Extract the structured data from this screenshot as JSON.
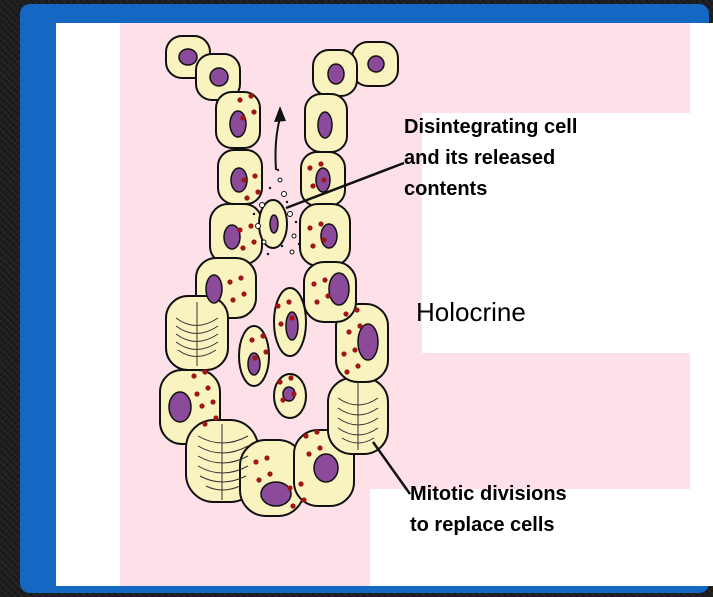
{
  "labels": {
    "disintegrating": [
      "Disintegrating cell",
      "and its released",
      "contents"
    ],
    "holocrine": "Holocrine",
    "mitotic": [
      "Mitotic divisions",
      "to replace cells"
    ]
  }
}
